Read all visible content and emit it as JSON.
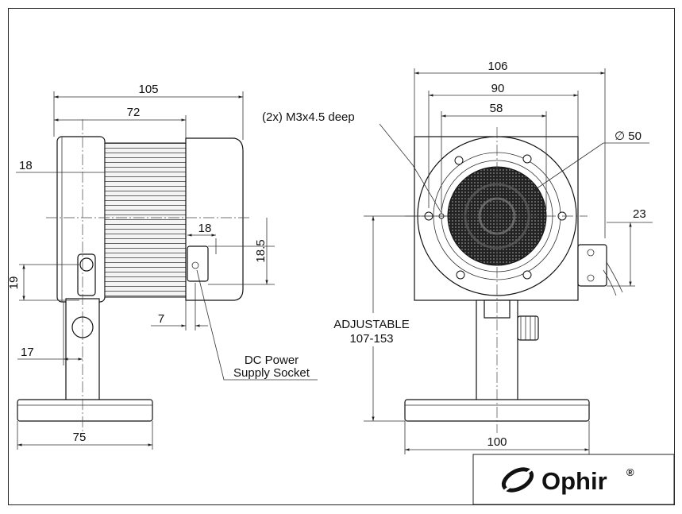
{
  "side_view": {
    "dims": {
      "overall_length": "105",
      "body_length": "72",
      "head_offset": "18",
      "socket_width": "18",
      "socket_height": "18.5",
      "mount_height": "19",
      "socket_depth": "7",
      "post_offset": "17",
      "base_length": "75"
    },
    "callout": {
      "line1": "DC Power",
      "line2": "Supply Socket"
    }
  },
  "front_view": {
    "dims": {
      "overall_width": "106",
      "bolt_spacing": "90",
      "inner_spacing": "58",
      "diameter": "∅ 50",
      "socket_offset": "23",
      "base_width": "100"
    },
    "thread_note": "(2x)  M3x4.5 deep",
    "adjustable": {
      "line1": "ADJUSTABLE",
      "line2": "107-153"
    }
  },
  "title_block": {
    "brand": "Ophir",
    "registered": "®"
  }
}
